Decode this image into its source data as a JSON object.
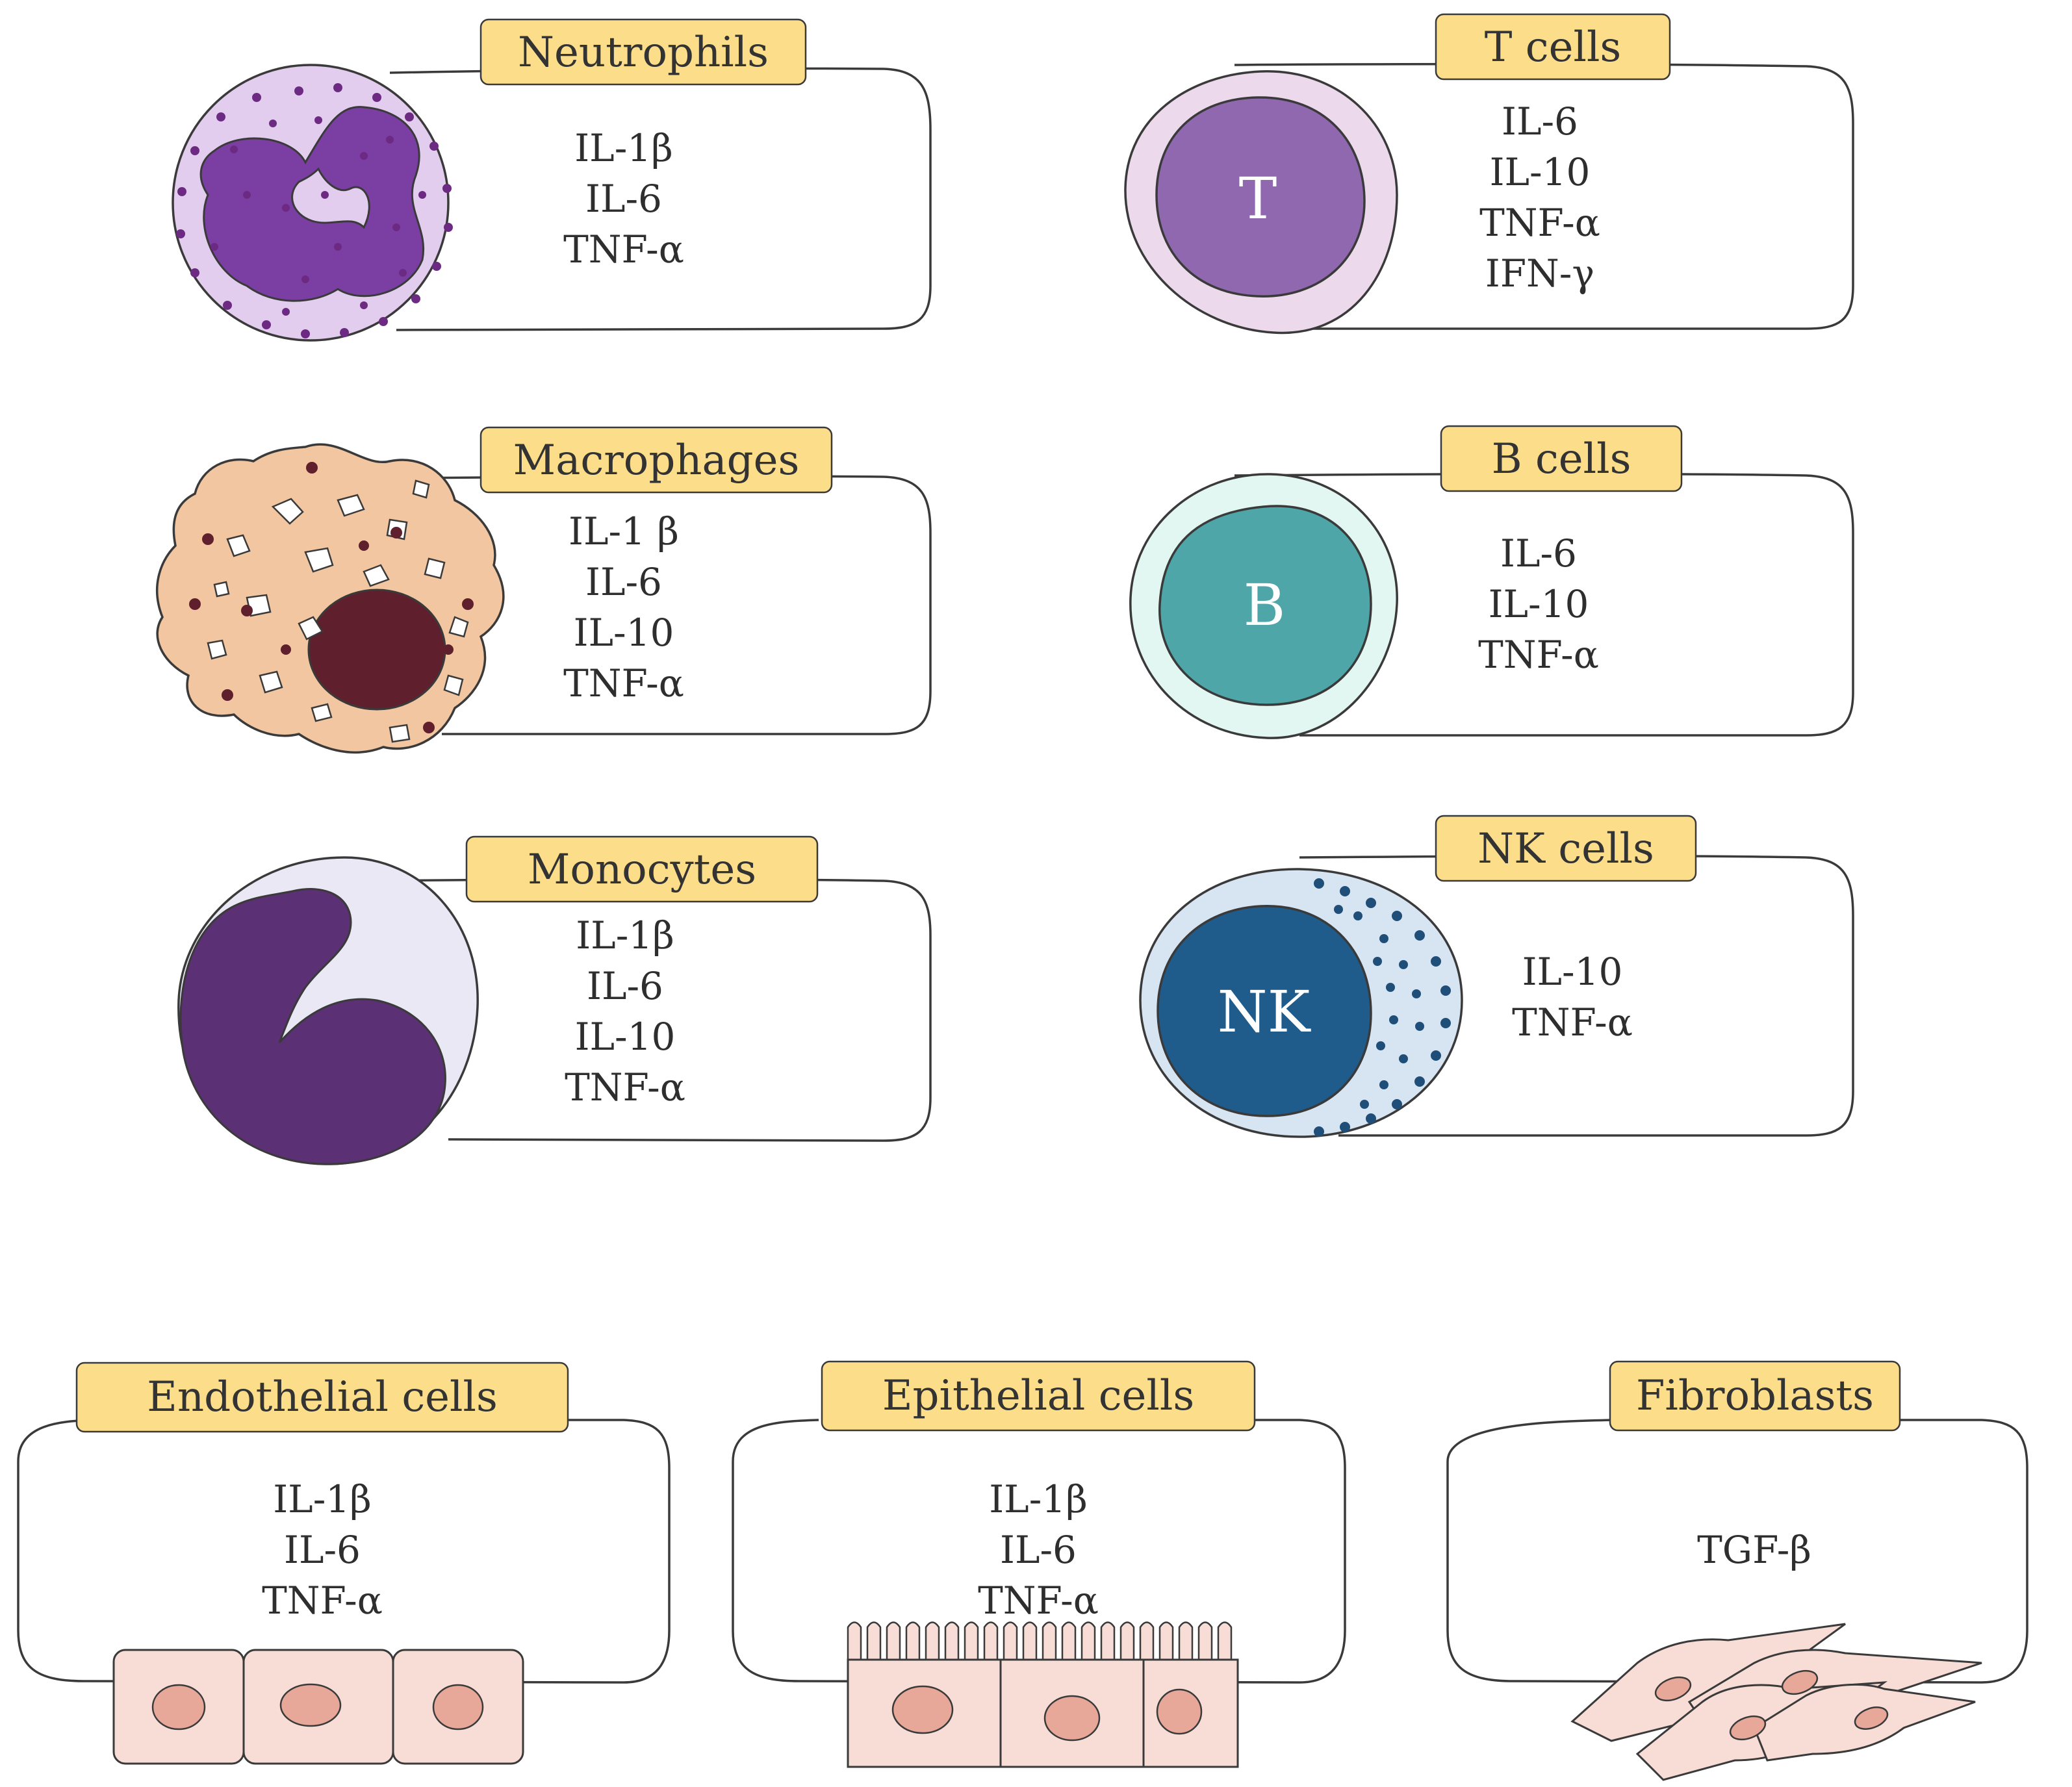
{
  "colors": {
    "label_fill": "#fbdd8a",
    "neutrophil_cytoplasm": "#e2cdee",
    "neutrophil_nucleus": "#7b3fa3",
    "neutrophil_granule": "#6d2a82",
    "macrophage_body": "#f1c6a0",
    "macrophage_nucleus": "#5f1f2c",
    "monocyte_cytoplasm": "#eae8f4",
    "monocyte_nucleus": "#5b3074",
    "t_cell_outer": "#ecdaec",
    "t_cell_nucleus": "#9068af",
    "b_cell_outer": "#e2f6f2",
    "b_cell_nucleus": "#4ea6a8",
    "nk_cell_outer": "#d7e5f2",
    "nk_cell_nucleus": "#1f5c8c",
    "nk_granule": "#1f4f78",
    "tissue_cell": "#f7ddd5",
    "tissue_nucleus": "#e8a899"
  },
  "cells": {
    "neutrophils": {
      "label": "Neutrophils",
      "cytokines": [
        "IL-1β",
        "IL-6",
        "TNF-α"
      ]
    },
    "macrophages": {
      "label": "Macrophages",
      "cytokines": [
        "IL-1 β",
        "IL-6",
        "IL-10",
        "TNF-α"
      ]
    },
    "monocytes": {
      "label": "Monocytes",
      "cytokines": [
        "IL-1β",
        "IL-6",
        "IL-10",
        "TNF-α"
      ]
    },
    "t_cells": {
      "label": "T cells",
      "nucleus_letter": "T",
      "cytokines": [
        "IL-6",
        "IL-10",
        "TNF-α",
        "IFN-γ"
      ]
    },
    "b_cells": {
      "label": "B cells",
      "nucleus_letter": "B",
      "cytokines": [
        "IL-6",
        "IL-10",
        "TNF-α"
      ]
    },
    "nk_cells": {
      "label": "NK cells",
      "nucleus_letter": "NK",
      "cytokines": [
        "IL-10",
        "TNF-α"
      ]
    },
    "endothelial_cells": {
      "label": "Endothelial cells",
      "cytokines": [
        "IL-1β",
        "IL-6",
        "TNF-α"
      ]
    },
    "epithelial_cells": {
      "label": "Epithelial cells",
      "cytokines": [
        "IL-1β",
        "IL-6",
        "TNF-α"
      ]
    },
    "fibroblasts": {
      "label": "Fibroblasts",
      "cytokines": [
        "TGF-β"
      ]
    }
  }
}
